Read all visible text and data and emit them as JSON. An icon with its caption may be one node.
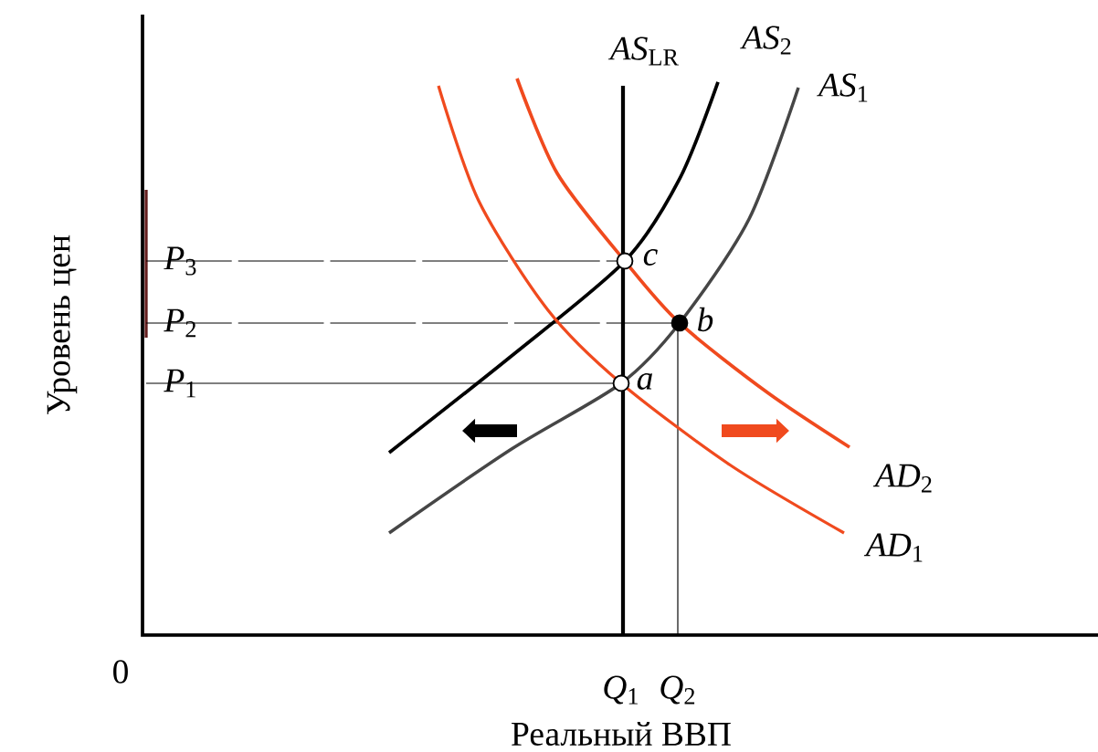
{
  "diagram": {
    "labels": [
      "*AS*$_{LR}$",
      "*AS*$_{2}$",
      "*AS*$_{1}$",
      "*P*$_{3}$",
      "*c*",
      "*P*$_{2}$",
      "*b*",
      "*P*$_{1}$",
      "*a*",
      "*AD*$_{2}$",
      "*AD*$_{1}$",
      "Уровень цен",
      "0",
      "*Q*$_{1}$",
      "*Q*$_{2}$",
      "Реальный ВВП"
    ]
  }
}
